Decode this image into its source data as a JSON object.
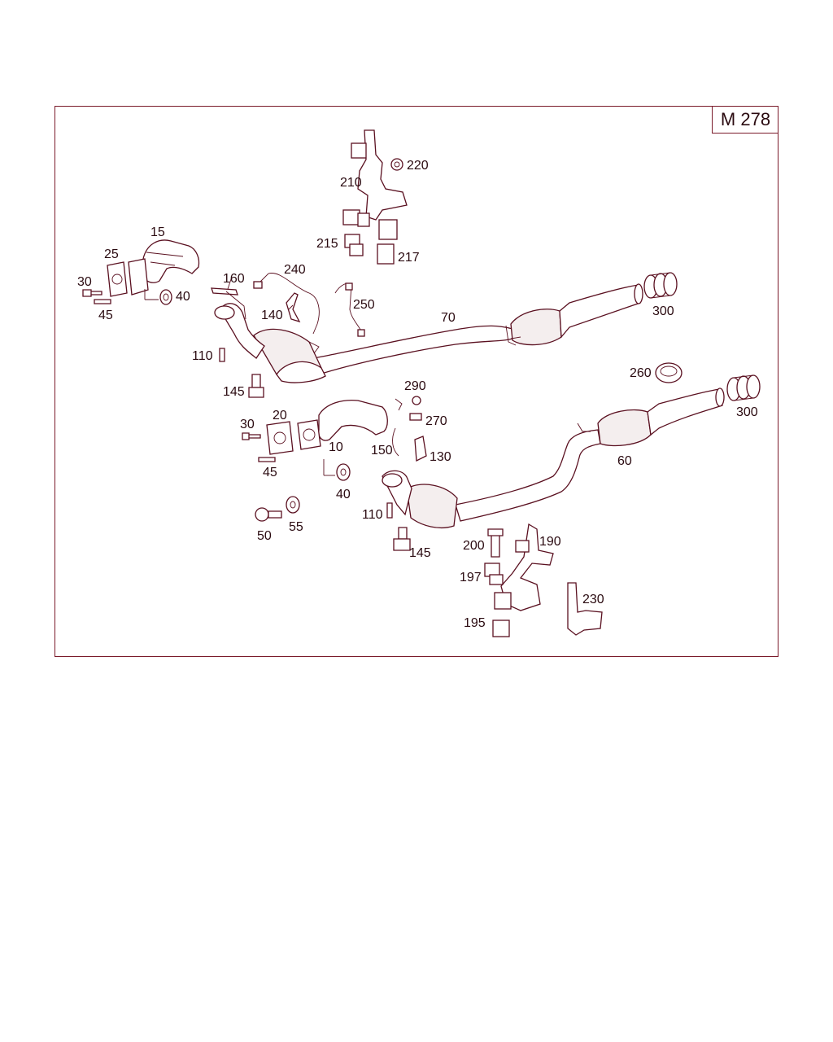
{
  "diagram": {
    "model_code": "M 278",
    "part_numbers": [
      "10",
      "15",
      "20",
      "25",
      "30",
      "40",
      "45",
      "50",
      "55",
      "60",
      "70",
      "110",
      "130",
      "140",
      "145",
      "150",
      "160",
      "190",
      "195",
      "197",
      "200",
      "210",
      "215",
      "217",
      "220",
      "230",
      "240",
      "250",
      "260",
      "270",
      "290",
      "300"
    ]
  },
  "labels": {
    "p15": "15",
    "p25": "25",
    "p30a": "30",
    "p45a": "45",
    "p40a": "40",
    "p160": "160",
    "p240": "240",
    "p140": "140",
    "p250": "250",
    "p110a": "110",
    "p145a": "145",
    "p70": "70",
    "p300a": "300",
    "p210": "210",
    "p220": "220",
    "p215": "215",
    "p217": "217",
    "p260": "260",
    "p300b": "300",
    "p290": "290",
    "p270": "270",
    "p20": "20",
    "p30b": "30",
    "p10": "10",
    "p150": "150",
    "p130": "130",
    "p45b": "45",
    "p40b": "40",
    "p60": "60",
    "p110b": "110",
    "p50": "50",
    "p55": "55",
    "p145b": "145",
    "p200": "200",
    "p190": "190",
    "p197": "197",
    "p195": "195",
    "p230": "230"
  }
}
